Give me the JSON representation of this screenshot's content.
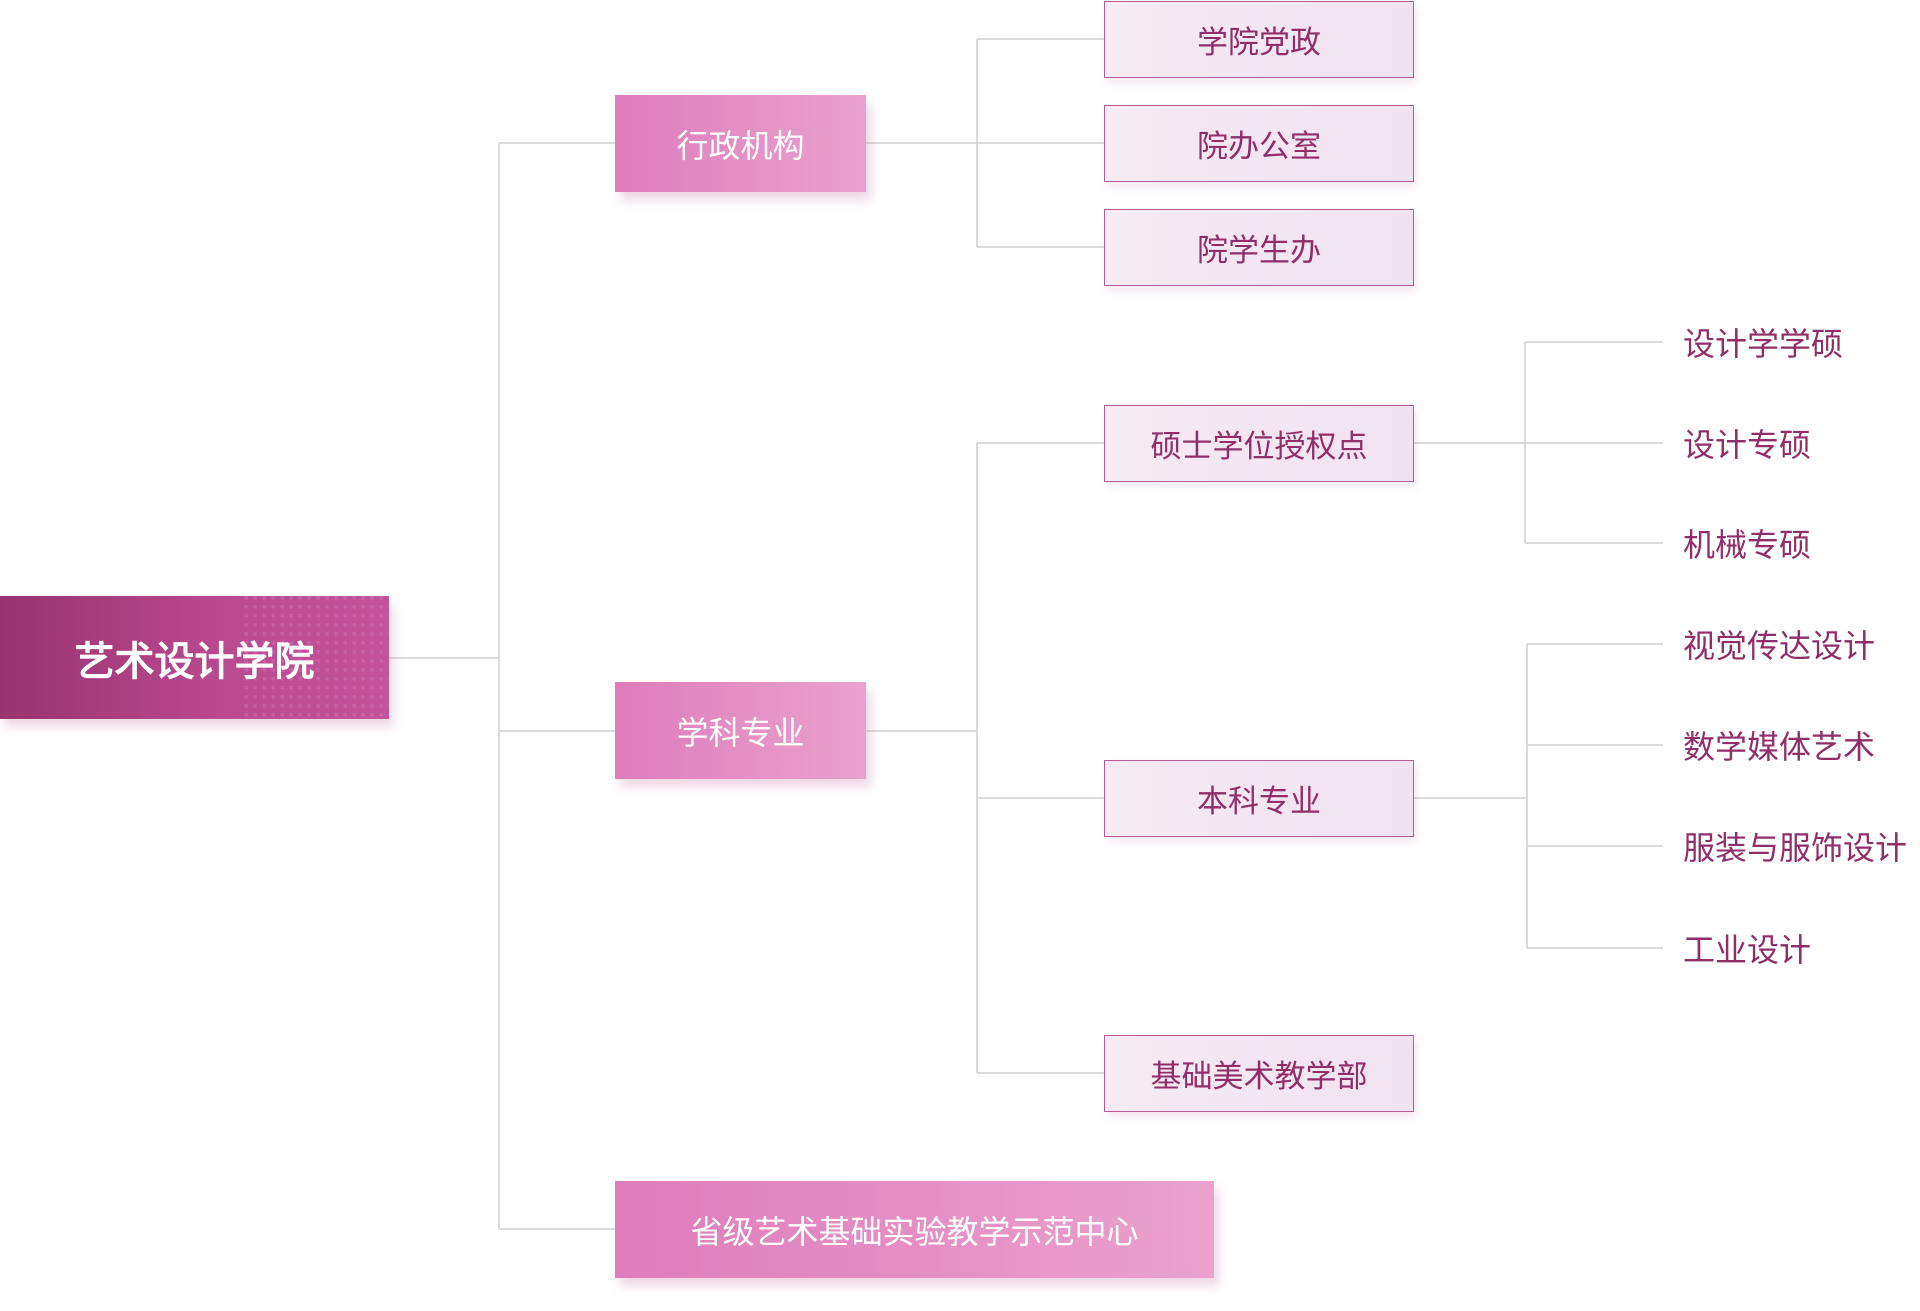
{
  "root": {
    "label": "艺术设计学院"
  },
  "admin": {
    "label": "行政机构",
    "children": [
      "学院党政",
      "院办公室",
      "院学生办"
    ]
  },
  "discipline": {
    "label": "学科专业",
    "masters": {
      "label": "硕士学位授权点",
      "children": [
        "设计学学硕",
        "设计专硕",
        "机械专硕"
      ]
    },
    "undergrad": {
      "label": "本科专业",
      "children": [
        "视觉传达设计",
        "数学媒体艺术",
        "服装与服饰设计",
        "工业设计"
      ]
    },
    "basic_art": {
      "label": "基础美术教学部"
    }
  },
  "center": {
    "label": "省级艺术基础实验教学示范中心"
  },
  "colors": {
    "root": "#a43b7b",
    "level1": "#e48fc5",
    "level2_border": "#b25d93",
    "text_dark": "#8f2e67",
    "connector": "#cfcfcf"
  }
}
